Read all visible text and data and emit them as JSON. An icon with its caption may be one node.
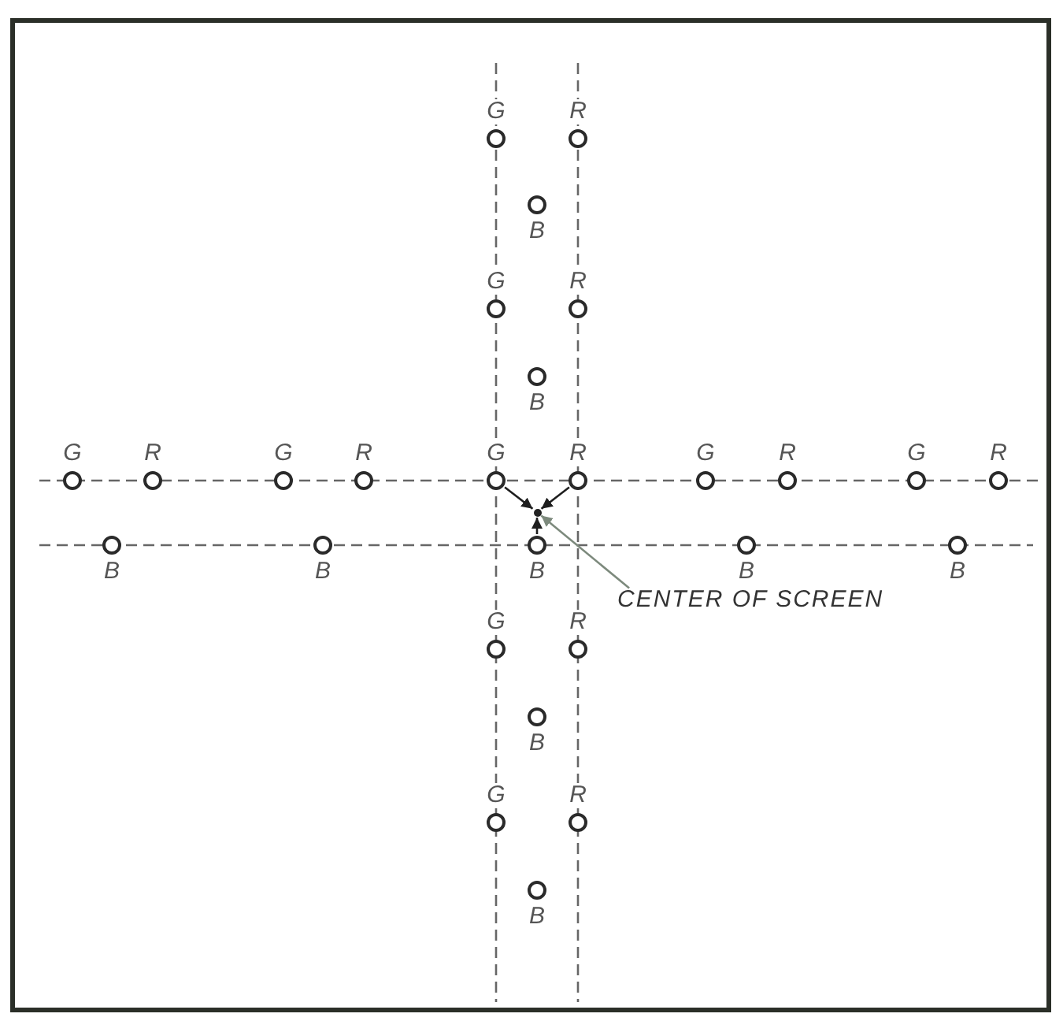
{
  "diagram": {
    "nodes": [
      {
        "text": [],
        "shape": "circle",
        "beside": [
          "G"
        ]
      },
      {
        "text": [],
        "shape": "circle",
        "beside": [
          "R"
        ]
      },
      {
        "text": [],
        "shape": "circle",
        "beside": [
          "B"
        ]
      },
      {
        "text": [],
        "shape": "circle",
        "beside": [
          "G"
        ]
      },
      {
        "text": [],
        "shape": "circle",
        "beside": [
          "R"
        ]
      },
      {
        "text": [],
        "shape": "circle",
        "beside": [
          "B"
        ]
      },
      {
        "text": [],
        "shape": "circle",
        "beside": [
          "G"
        ]
      },
      {
        "text": [],
        "shape": "circle",
        "beside": [
          "R"
        ]
      },
      {
        "text": [],
        "shape": "circle",
        "beside": [
          "G"
        ]
      },
      {
        "text": [],
        "shape": "circle",
        "beside": [
          "R"
        ]
      },
      {
        "text": [],
        "shape": "circle",
        "beside": [
          "G"
        ]
      },
      {
        "text": [],
        "shape": "circle",
        "beside": [
          "R"
        ]
      },
      {
        "text": [],
        "shape": "circle",
        "beside": [
          "G"
        ]
      },
      {
        "text": [],
        "shape": "circle",
        "beside": [
          "R"
        ]
      },
      {
        "text": [],
        "shape": "circle",
        "beside": [
          "G"
        ]
      },
      {
        "text": [],
        "shape": "circle",
        "beside": [
          "R"
        ]
      },
      {
        "text": [],
        "shape": "dot"
      },
      {
        "text": [],
        "shape": "circle",
        "beside": [
          "B"
        ]
      },
      {
        "text": [],
        "shape": "circle",
        "beside": [
          "B"
        ]
      },
      {
        "text": [],
        "shape": "circle",
        "beside": [
          "B"
        ]
      },
      {
        "text": [],
        "shape": "circle",
        "beside": [
          "B"
        ]
      },
      {
        "text": [],
        "shape": "circle",
        "beside": [
          "B"
        ]
      },
      {
        "text": [
          "CENTER OF SCREEN"
        ]
      },
      {
        "text": [],
        "shape": "circle",
        "beside": [
          "G"
        ]
      },
      {
        "text": [],
        "shape": "circle",
        "beside": [
          "R"
        ]
      },
      {
        "text": [],
        "shape": "circle",
        "beside": [
          "B"
        ]
      },
      {
        "text": [],
        "shape": "circle",
        "beside": [
          "G"
        ]
      },
      {
        "text": [],
        "shape": "circle",
        "beside": [
          "R"
        ]
      },
      {
        "text": [],
        "shape": "circle",
        "beside": [
          "B"
        ]
      }
    ],
    "edges": [
      {
        "from": 10,
        "to": 16,
        "arrow": "to"
      },
      {
        "from": 11,
        "to": 16,
        "arrow": "to"
      },
      {
        "from": 19,
        "to": 16,
        "arrow": "to"
      },
      {
        "from": 22,
        "to": 16,
        "arrow": "to",
        "color": "#7d8a7d"
      }
    ]
  }
}
